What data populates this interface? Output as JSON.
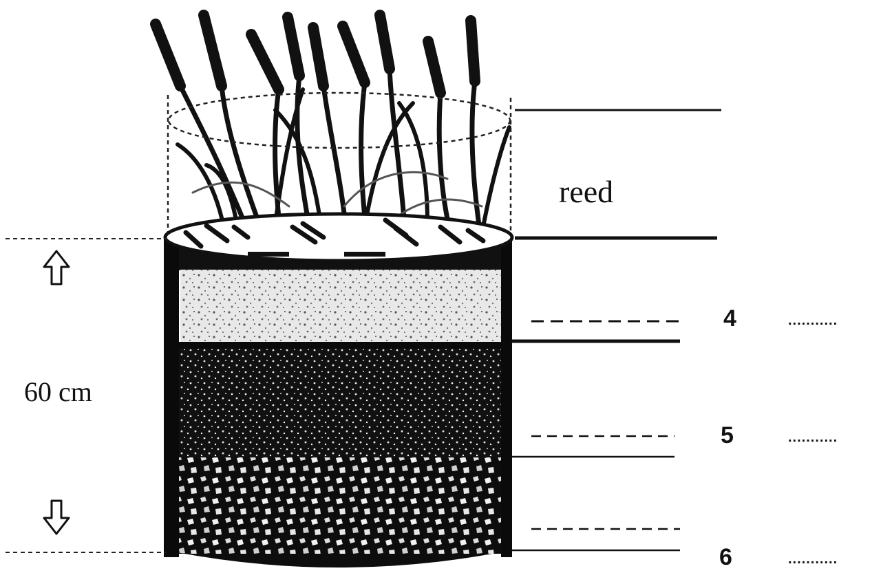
{
  "diagram": {
    "plant_label": "reed",
    "height_label": "60 cm",
    "layers": [
      {
        "number": "4",
        "answer_blank": "..........."
      },
      {
        "number": "5",
        "answer_blank": "..........."
      },
      {
        "number": "6",
        "answer_blank": "..........."
      }
    ],
    "icons": {
      "up": "arrow-up-outline-icon",
      "down": "arrow-down-outline-icon"
    },
    "colors": {
      "ink": "#111111",
      "sand": "#e6e6e6",
      "gravel": "#1a1a1a"
    }
  }
}
